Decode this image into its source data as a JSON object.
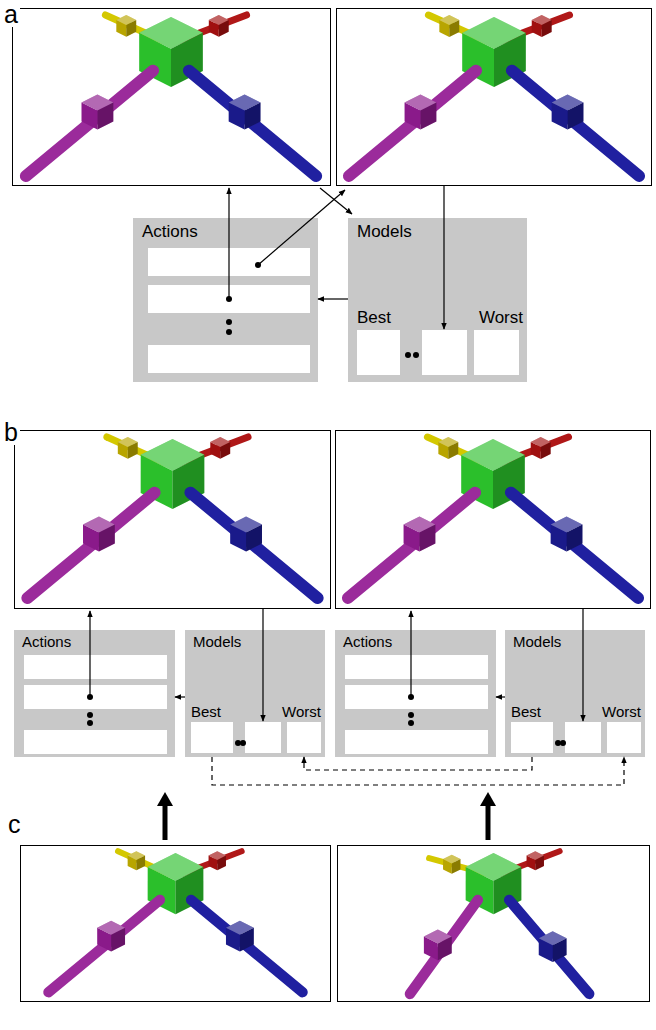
{
  "diagram": {
    "nodes": [
      {
        "text": [
          "Actions"
        ]
      },
      {
        "text": [
          "Models",
          "Best",
          "Worst"
        ]
      },
      {
        "text": [
          "Actions"
        ]
      },
      {
        "text": [
          "Models",
          "Best",
          "Worst"
        ]
      },
      {
        "text": [
          "Actions"
        ]
      },
      {
        "text": [
          "Models",
          "Best",
          "Worst"
        ]
      }
    ],
    "edges": [
      {
        "from": 1,
        "to": 0,
        "arrow": "to"
      },
      {
        "from": 3,
        "to": 2,
        "arrow": "to"
      },
      {
        "from": 5,
        "to": 4,
        "arrow": "to"
      },
      {
        "from": 3,
        "to": 5,
        "arrow": "to"
      },
      {
        "from": 5,
        "to": 3,
        "arrow": "to"
      }
    ],
    "labels": [
      "a",
      "b",
      "c"
    ]
  }
}
